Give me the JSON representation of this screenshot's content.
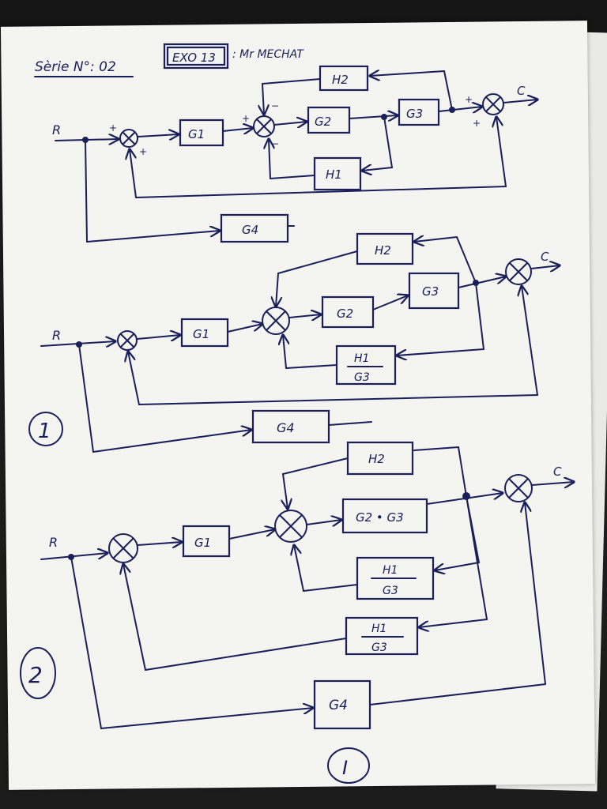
{
  "header": {
    "series": "Sèrie N°: 02",
    "exercise": "EXO 13",
    "author": ": Mr MECHAT"
  },
  "signals": {
    "input": "R",
    "output": "C"
  },
  "diagram_original": {
    "blocks": {
      "g1": "G1",
      "g2": "G2",
      "g3": "G3",
      "g4": "G4",
      "h1": "H1",
      "h2": "H2"
    },
    "signs": {
      "plus": "+",
      "minus": "−"
    }
  },
  "diagram_step1": {
    "label": "1",
    "blocks": {
      "g1": "G1",
      "g2": "G2",
      "g3": "G3",
      "g4": "G4",
      "h2": "H2",
      "h1_num": "H1",
      "h1_den": "G3"
    }
  },
  "diagram_step2": {
    "label": "2",
    "blocks": {
      "g1": "G1",
      "g2g3": "G2 • G3",
      "g4": "G4",
      "h2": "H2",
      "h1_num": "H1",
      "h1_den": "G3",
      "h1b_num": "H1",
      "h1b_den": "G3"
    }
  },
  "footer": {
    "part": "I"
  },
  "colors": {
    "ink": "#1a1f5a",
    "paper": "#f4f4f1",
    "background": "#1c1c1c"
  }
}
